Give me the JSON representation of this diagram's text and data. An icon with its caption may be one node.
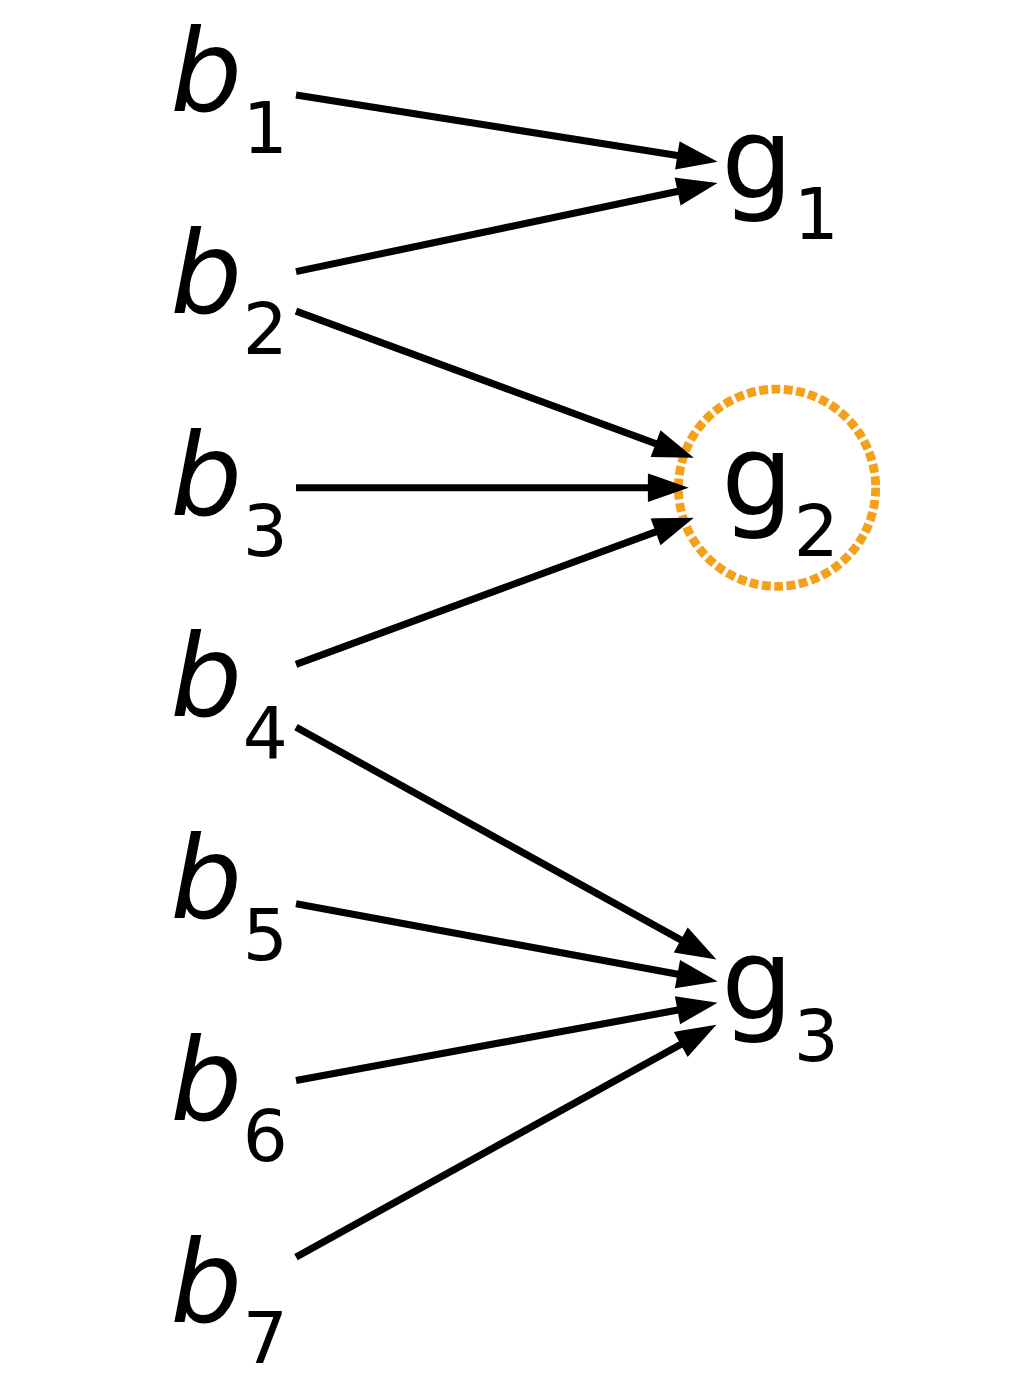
{
  "diagram": {
    "nodes": [
      {
        "text": [
          "*b*$_{1}$"
        ]
      },
      {
        "text": [
          "*b*$_{2}$"
        ]
      },
      {
        "text": [
          "*b*$_{3}$"
        ]
      },
      {
        "text": [
          "*b*$_{4}$"
        ]
      },
      {
        "text": [
          "*b*$_{5}$"
        ]
      },
      {
        "text": [
          "*b*$_{6}$"
        ]
      },
      {
        "text": [
          "*b*$_{7}$"
        ]
      },
      {
        "text": [
          "g$_{1}$"
        ]
      },
      {
        "text": [
          "g$_{2}$"
        ]
      },
      {
        "text": [
          "g$_{3}$"
        ]
      }
    ],
    "edges": [
      {
        "from": 0,
        "to": 7,
        "arrow": "to"
      },
      {
        "from": 1,
        "to": 7,
        "arrow": "to"
      },
      {
        "from": 1,
        "to": 8,
        "arrow": "to"
      },
      {
        "from": 2,
        "to": 8,
        "arrow": "to"
      },
      {
        "from": 3,
        "to": 8,
        "arrow": "to"
      },
      {
        "from": 3,
        "to": 9,
        "arrow": "to"
      },
      {
        "from": 4,
        "to": 9,
        "arrow": "to"
      },
      {
        "from": 5,
        "to": 9,
        "arrow": "to"
      },
      {
        "from": 6,
        "to": 9,
        "arrow": "to"
      }
    ]
  }
}
